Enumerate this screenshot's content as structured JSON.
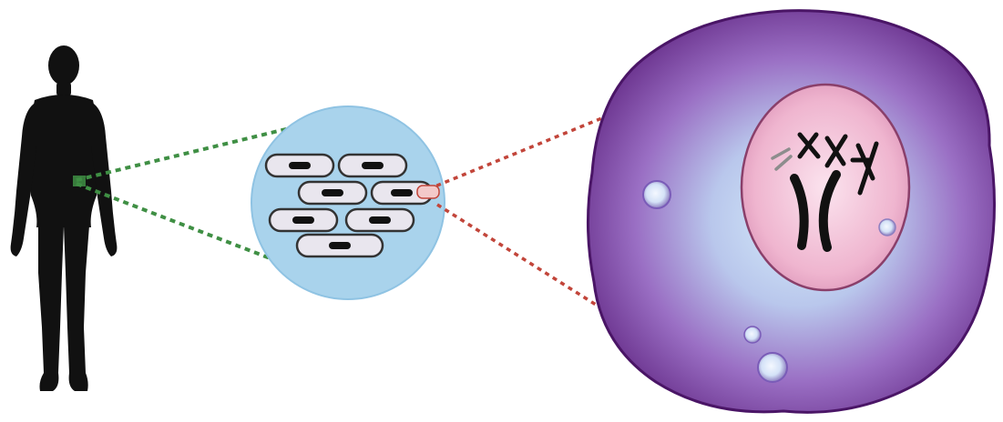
{
  "diagram": {
    "stages": [
      {
        "name": "human-body",
        "icon": "human-silhouette-icon"
      },
      {
        "name": "tissue",
        "icon": "tissue-cells-icon"
      },
      {
        "name": "cell",
        "icon": "cell-icon"
      }
    ],
    "colors": {
      "silhouette": "#111111",
      "tissue_fill": "#a9d3ec",
      "tissue_cell_fill": "#e9e6ee",
      "tissue_cell_stroke": "#333333",
      "nucleus_dark": "#111111",
      "connector_green": "#3f8f44",
      "connector_red": "#c2453a",
      "cytoplasm_outer": "#6b2a8a",
      "cytoplasm_inner": "#c9e2f4",
      "cell_nucleus": "#e7a7c3",
      "chromosome": "#111111",
      "vesicle": "#c9dcf4"
    }
  }
}
